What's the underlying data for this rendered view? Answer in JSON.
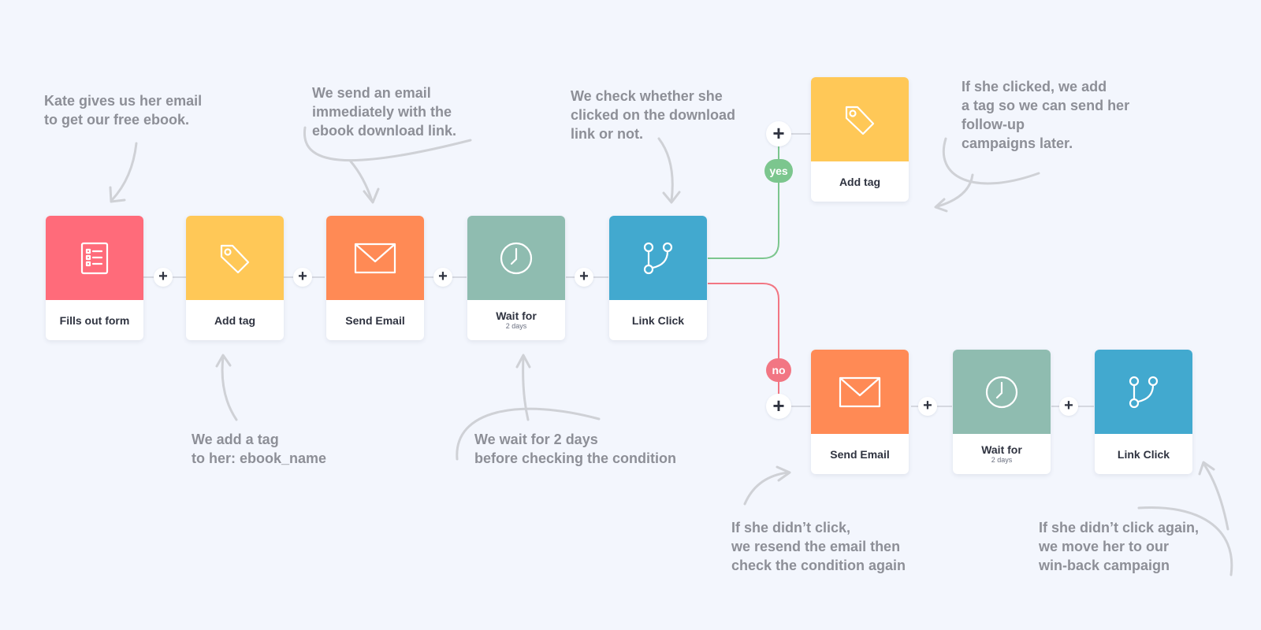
{
  "colors": {
    "background": "#f3f6fd",
    "form": "#ff6b7a",
    "tag": "#ffc857",
    "email": "#ff8a55",
    "wait": "#8fbcb0",
    "condition": "#42a9cf",
    "yes": "#7cc68e",
    "no": "#f27683",
    "connector": "#d5d8e0",
    "annotation": "#8d8f97"
  },
  "nodes": {
    "fills_out_form": {
      "label": "Fills out form",
      "icon": "form-list-icon"
    },
    "add_tag_1": {
      "label": "Add tag",
      "icon": "tag-icon"
    },
    "send_email_1": {
      "label": "Send Email",
      "icon": "envelope-icon"
    },
    "wait_1": {
      "label": "Wait for",
      "sublabel": "2 days",
      "icon": "clock-icon"
    },
    "link_click_1": {
      "label": "Link Click",
      "icon": "branch-icon"
    },
    "add_tag_yes": {
      "label": "Add tag",
      "icon": "tag-icon"
    },
    "send_email_no": {
      "label": "Send Email",
      "icon": "envelope-icon"
    },
    "wait_no": {
      "label": "Wait for",
      "sublabel": "2 days",
      "icon": "clock-icon"
    },
    "link_click_no": {
      "label": "Link Click",
      "icon": "branch-icon"
    }
  },
  "branches": {
    "yes": "yes",
    "no": "no"
  },
  "add_step_symbol": "+",
  "annotations": {
    "form": "Kate gives us her email\nto get our free ebook.",
    "tag": "We add a tag\nto her: ebook_name",
    "email": "We send an email\nimmediately with the\nebook download link.",
    "wait": "We wait for 2 days\nbefore checking the condition",
    "check": "We check whether she\nclicked on the download\nlink or not.",
    "clicked": "If she clicked, we add\na tag so we can send her\nfollow-up\ncampaigns later.",
    "not_clicked": "If she didn’t click,\nwe resend the email then\ncheck the condition again",
    "not_clicked_again": "If she didn’t click again,\nwe move her to our\nwin-back campaign"
  }
}
